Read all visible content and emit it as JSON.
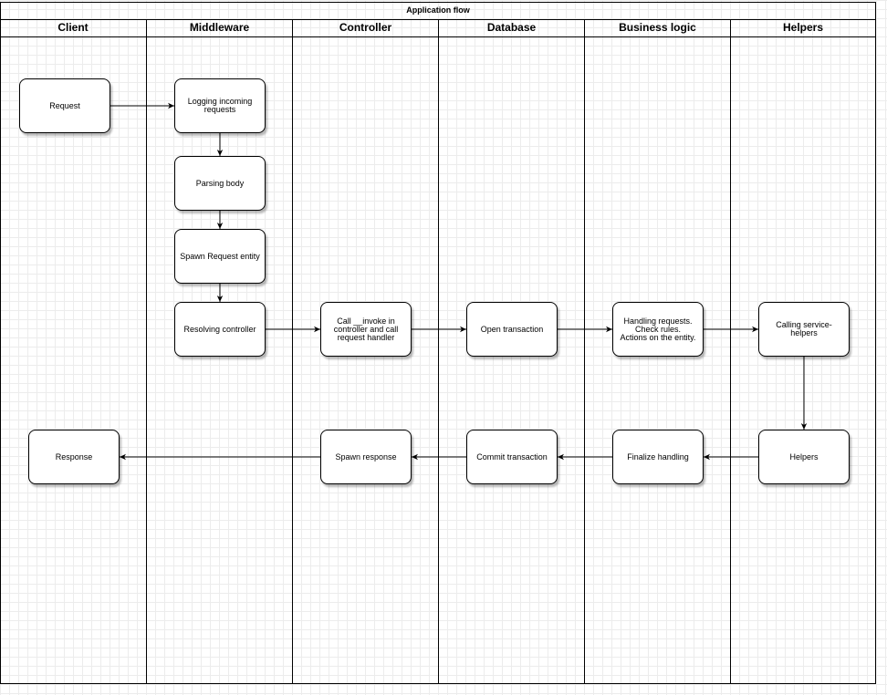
{
  "title": "Application flow",
  "lanes": [
    "Client",
    "Middleware",
    "Controller",
    "Database",
    "Business logic",
    "Helpers"
  ],
  "nodes": {
    "request": "Request",
    "logging": "Logging incoming requests",
    "parsing": "Parsing body",
    "spawn_request": "Spawn Request entity",
    "resolving": "Resolving controller",
    "call_invoke": "Call __invoke in controller and call request handler",
    "open_tx": "Open transaction",
    "handling": "Handling requests.\nCheck rules.\nActions on the entity.",
    "calling_helpers": "Calling service-helpers",
    "helpers": "Helpers",
    "finalize": "Finalize handling",
    "commit_tx": "Commit transaction",
    "spawn_response": "Spawn response",
    "response": "Response"
  },
  "edges": [
    {
      "from": "request",
      "to": "logging"
    },
    {
      "from": "logging",
      "to": "parsing"
    },
    {
      "from": "parsing",
      "to": "spawn_request"
    },
    {
      "from": "spawn_request",
      "to": "resolving"
    },
    {
      "from": "resolving",
      "to": "call_invoke"
    },
    {
      "from": "call_invoke",
      "to": "open_tx"
    },
    {
      "from": "open_tx",
      "to": "handling"
    },
    {
      "from": "handling",
      "to": "calling_helpers"
    },
    {
      "from": "calling_helpers",
      "to": "helpers"
    },
    {
      "from": "helpers",
      "to": "finalize"
    },
    {
      "from": "finalize",
      "to": "commit_tx"
    },
    {
      "from": "commit_tx",
      "to": "spawn_response"
    },
    {
      "from": "spawn_response",
      "to": "response"
    }
  ]
}
